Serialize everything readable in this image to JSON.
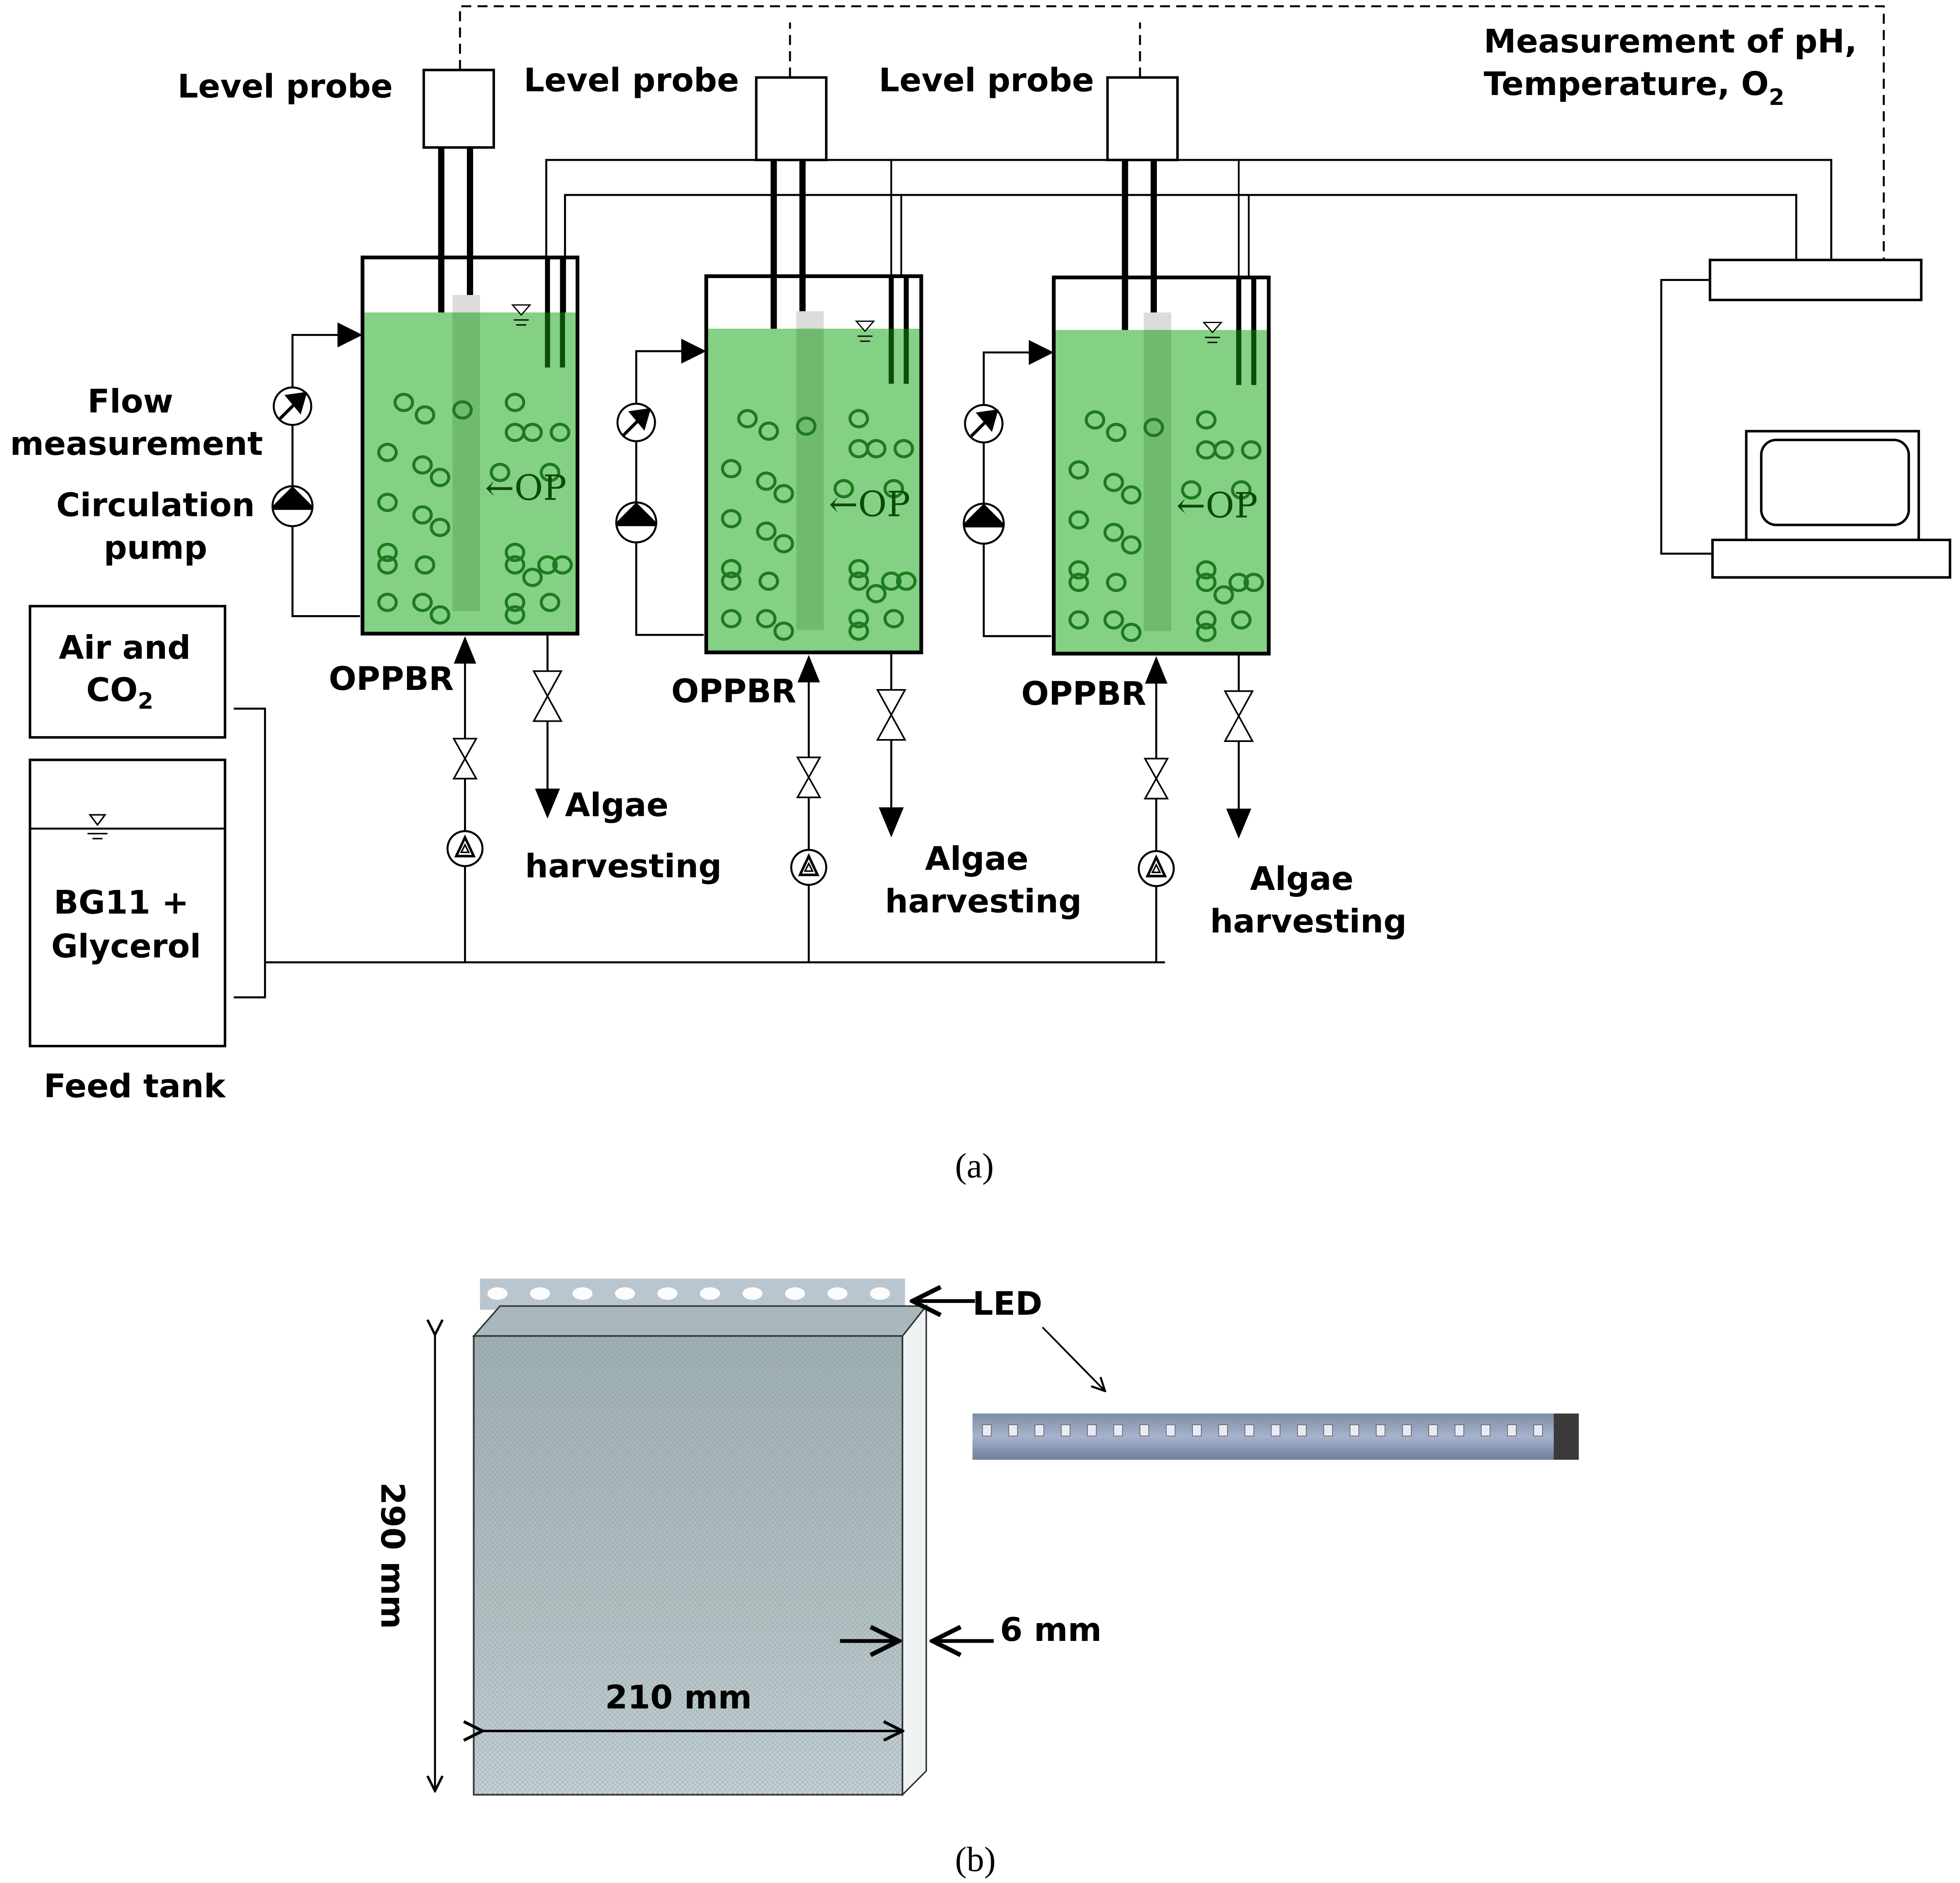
{
  "figure_a": {
    "caption": "(a)",
    "level_probe_label": "Level probe",
    "measurement_label_line1": "Measurement of pH,",
    "measurement_label_line2": "Temperature,  O",
    "measurement_label_sub": "2",
    "flow_measurement_line1": "Flow",
    "flow_measurement_line2": "measurement",
    "circulation_pump_line1": "Circulation",
    "circulation_pump_line2": "pump",
    "air_co2_line1": "Air and",
    "air_co2_line2": "CO",
    "air_co2_sub": "2",
    "feed_line1": "BG11 +",
    "feed_line2": "Glycerol",
    "feed_tank_label": "Feed tank",
    "reactor_label": "OPPBR",
    "op_label": "OP",
    "harvest_line1": "Algae",
    "harvest_line2": "harvesting",
    "reactor_count": 3
  },
  "figure_b": {
    "caption": "(b)",
    "led_label": "LED",
    "height_label": "290 mm",
    "width_label": "210 mm",
    "thickness_label": "6 mm"
  },
  "colors": {
    "culture_green": "#84d084",
    "algae_cell": "#1e7a1e",
    "optical_panel": "#6fba6f",
    "panel_glass": "#aebfc2"
  }
}
